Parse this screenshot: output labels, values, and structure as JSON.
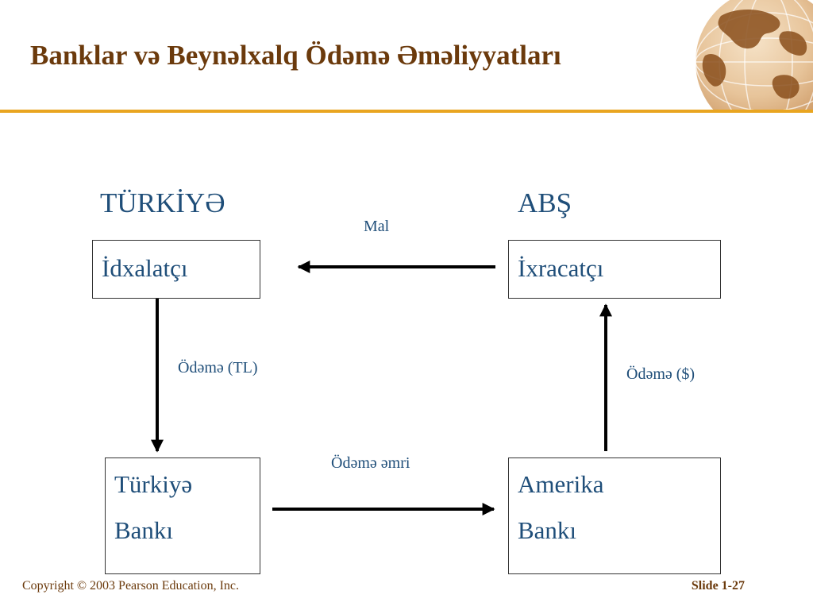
{
  "slide": {
    "title": "Banklar və Beynəlxalq Ödəmə Əməliyyatları"
  },
  "diagram": {
    "countries": {
      "left": "TÜRKİYƏ",
      "right": "ABŞ"
    },
    "nodes": {
      "importer": {
        "label": "İdxalatçı"
      },
      "exporter": {
        "label": "İxracatçı"
      },
      "turkey_bank": {
        "line1": "Türkiyə",
        "line2": "Bankı"
      },
      "us_bank": {
        "line1": "Amerika",
        "line2": "Bankı"
      }
    },
    "flows": {
      "goods": "Mal",
      "payment_tl": "Ödəmə (TL)",
      "payment_usd": "Ödəmə ($)",
      "payment_order": "Ödəmə əmri"
    }
  },
  "footer": {
    "copyright": "Copyright © 2003 Pearson Education, Inc.",
    "slide_number": "Slide 1-27"
  },
  "colors": {
    "title": "#6b3a0c",
    "accent_rule": "#e9a520",
    "text": "#1f4e79",
    "globe": "#b5773a"
  }
}
